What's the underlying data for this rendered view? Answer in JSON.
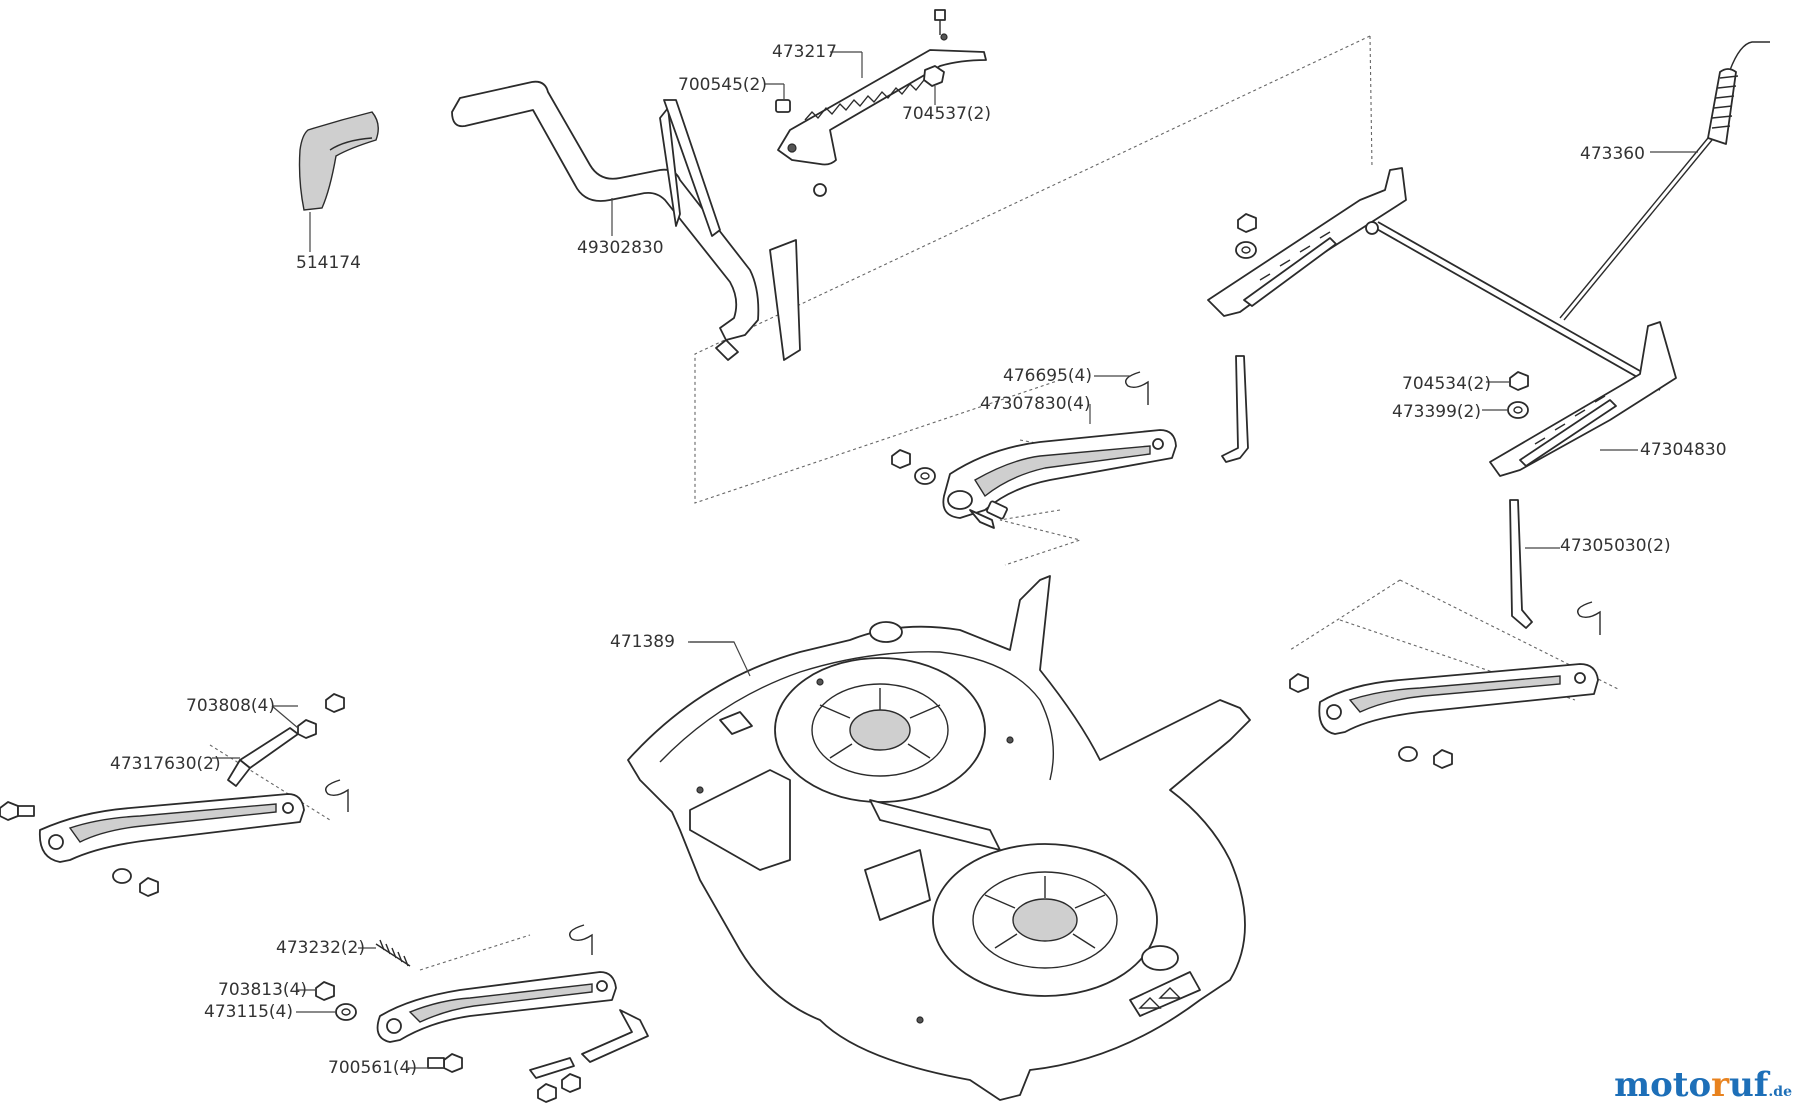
{
  "diagram": {
    "labels": [
      {
        "id": "p514174",
        "text": "514174"
      },
      {
        "id": "p49302830",
        "text": "49302830"
      },
      {
        "id": "p700545",
        "text": "700545(2)"
      },
      {
        "id": "p473217",
        "text": "473217"
      },
      {
        "id": "p704537",
        "text": "704537(2)"
      },
      {
        "id": "p473360",
        "text": "473360"
      },
      {
        "id": "p476695",
        "text": "476695(4)"
      },
      {
        "id": "p47307830",
        "text": "47307830(4)"
      },
      {
        "id": "p704534",
        "text": "704534(2)"
      },
      {
        "id": "p473399",
        "text": "473399(2)"
      },
      {
        "id": "p47304830",
        "text": "47304830"
      },
      {
        "id": "p47305030",
        "text": "47305030(2)"
      },
      {
        "id": "p471389",
        "text": "471389"
      },
      {
        "id": "p703808",
        "text": "703808(4)"
      },
      {
        "id": "p47317630",
        "text": "47317630(2)"
      },
      {
        "id": "p473232",
        "text": "473232(2)"
      },
      {
        "id": "p703813",
        "text": "703813(4)"
      },
      {
        "id": "p473115",
        "text": "473115(4)"
      },
      {
        "id": "p700561",
        "text": "700561(4)"
      }
    ]
  },
  "watermark": {
    "part1": "moto",
    "part2": "r",
    "part3": "uf",
    "suffix": ".de"
  }
}
